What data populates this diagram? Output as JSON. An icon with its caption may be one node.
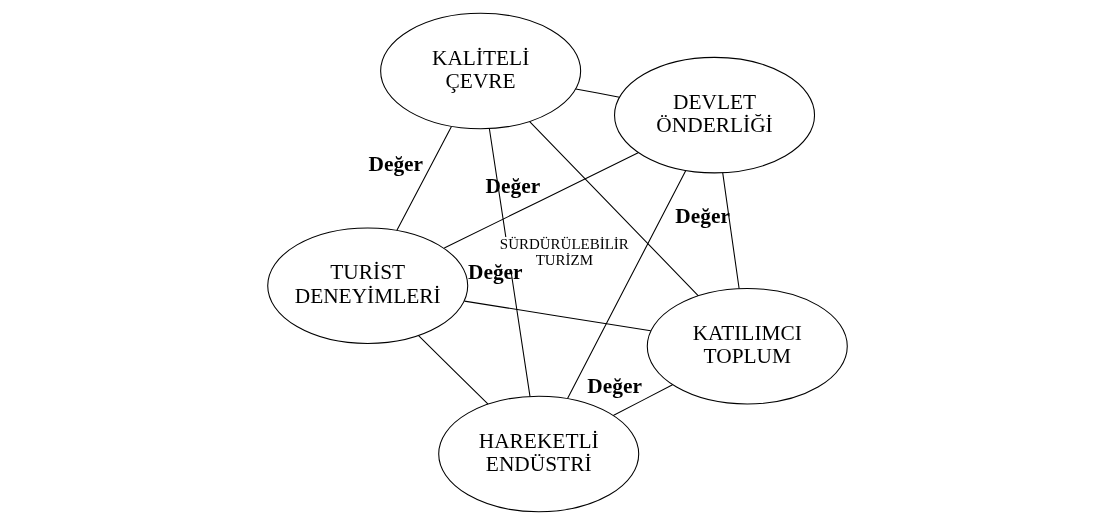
{
  "diagram": {
    "nodes": [
      {
        "text": [
          "TURİST DENEYİMLERİ"
        ]
      },
      {
        "text": [
          "KATILIMCI TOPLUM"
        ]
      },
      {
        "text": [
          "HAREKETLİ ENDÜSTRİ"
        ]
      },
      {
        "text": [
          "KALİTELİ ÇEVRE"
        ]
      },
      {
        "text": [
          "DEVLET ÖNDERLİĞİ"
        ]
      }
    ],
    "edges": [
      {
        "from": 0,
        "to": 1,
        "arrow": "none"
      },
      {
        "from": 0,
        "to": 2,
        "arrow": "none"
      },
      {
        "from": 1,
        "to": 3,
        "arrow": "none"
      },
      {
        "from": 2,
        "to": 4,
        "arrow": "none"
      },
      {
        "from": 3,
        "to": 4,
        "arrow": "none"
      },
      {
        "from": 1,
        "to": 2,
        "arrow": "none",
        "label": "Değer"
      },
      {
        "from": 0,
        "to": 3,
        "arrow": "none",
        "label": "Değer"
      },
      {
        "from": 0,
        "to": 4,
        "arrow": "none",
        "label": "Değer"
      },
      {
        "from": 3,
        "to": 2,
        "arrow": "none",
        "label": "Değer"
      },
      {
        "from": 1,
        "to": 4,
        "arrow": "none",
        "label": "Değer"
      }
    ],
    "labels": [
      "SÜRDÜRÜLEBİLİR TURİZM"
    ]
  }
}
